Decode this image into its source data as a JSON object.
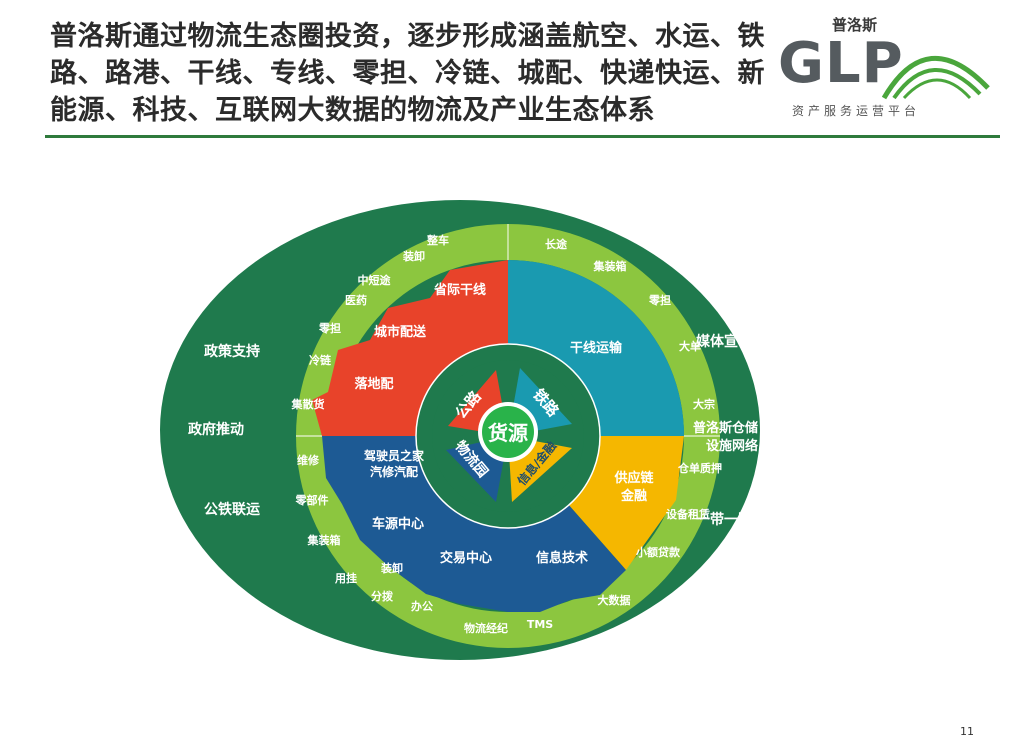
{
  "title": "普洛斯通过物流生态圈投资，逐步形成涵盖航空、水运、铁路、路港、干线、专线、零担、冷链、城配、快递快运、新能源、科技、互联网大数据的物流及产业生态体系",
  "logo": {
    "cn": "普洛斯",
    "brand": "GLP",
    "tagline": "资产服务运营平台"
  },
  "page_number": "11",
  "colors": {
    "outer": "#1f7a4d",
    "ring": "#8cc63f",
    "rim": "#1f7a4d",
    "red": "#e8432a",
    "teal": "#1a9ab0",
    "yellow": "#f5b700",
    "navy": "#1d5a94",
    "center": "#29b34a"
  },
  "diagram": {
    "core": "货源",
    "inner": {
      "road": "公路",
      "rail": "铁路",
      "park": "物流园",
      "finance": "信息/金融"
    },
    "sectors": {
      "trunk_intl": "省际干线",
      "city": "城市配送",
      "last_mile": "落地配",
      "trunk": "干线运输",
      "supply": "供应链\n金融",
      "driver": "驾驶员之家\n汽修汽配",
      "vehicle": "车源中心",
      "trade": "交易中心",
      "info": "信息技术"
    },
    "ring": {
      "zhengche": "整车",
      "zhuangxie1": "装卸",
      "zhongduan": "中短途",
      "yiyao": "医药",
      "lingdan1": "零担",
      "lenglian": "冷链",
      "jisan": "集散货",
      "weixiu": "维修",
      "lingbujian": "零部件",
      "jizhuangxiang1": "集装箱",
      "yonglue": "用挂",
      "zhuangxie2": "装卸",
      "fenbo": "分拨",
      "bangong": "办公",
      "changtu": "长途",
      "jizhuangxiang2": "集装箱",
      "lingdan2": "零担",
      "dadan": "大单",
      "dazong": "大宗",
      "cangdan": "仓单质押",
      "shebei": "设备租赁",
      "xiaoe": "小额贷款",
      "dashuju": "大数据",
      "tms": "TMS",
      "wuliu": "物流经纪"
    },
    "outer": {
      "policy": "政策支持",
      "gov": "政府推动",
      "rail_road": "公铁联运",
      "media": "媒体宣传",
      "glp_net": "普洛斯仓储\n设施网络",
      "belt": "一带一路"
    }
  }
}
